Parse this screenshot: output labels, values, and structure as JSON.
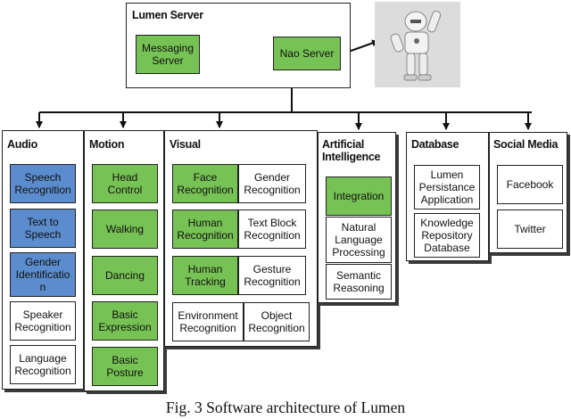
{
  "server": {
    "title": "Lumen Server",
    "messaging": "Messaging\nServer",
    "nao": "Nao Server"
  },
  "robot": {
    "icon": "nao-robot-photo"
  },
  "columns": {
    "audio": {
      "title": "Audio",
      "items": [
        "Speech\nRecognition",
        "Text to\nSpeech",
        "Gender\nIdentificatio\nn",
        "Speaker\nRecognition",
        "Language\nRecognition"
      ]
    },
    "motion": {
      "title": "Motion",
      "items": [
        "Head\nControl",
        "Walking",
        "Dancing",
        "Basic\nExpression",
        "Basic\nPosture"
      ]
    },
    "visual": {
      "title": "Visual",
      "items": [
        "Face\nRecognition",
        "Gender\nRecognition",
        "Human\nRecognition",
        "Text Block\nRecognition",
        "Human\nTracking",
        "Gesture\nRecognition",
        "Environment\nRecognition",
        "Object\nRecognition"
      ]
    },
    "ai": {
      "title": "Artificial\nIntelligence",
      "items": [
        "Integration",
        "Natural\nLanguage\nProcessing",
        "Semantic\nReasoning"
      ]
    },
    "database": {
      "title": "Database",
      "items": [
        "Lumen\nPersistance\nApplication",
        "Knowledge\nRepository\nDatabase"
      ]
    },
    "social": {
      "title": "Social Media",
      "items": [
        "Facebook",
        "Twitter"
      ]
    }
  },
  "caption": "Fig. 3 Software architecture of Lumen",
  "colors": {
    "green": "#77c254",
    "blue": "#5b8ccd",
    "border": "#222222"
  }
}
